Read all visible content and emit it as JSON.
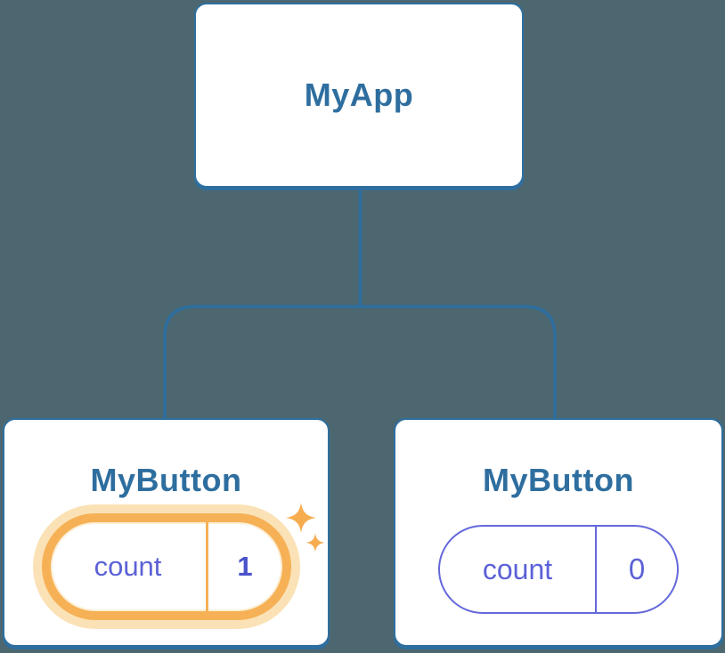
{
  "diagram": {
    "description": "React component tree showing state update",
    "tree": {
      "root": {
        "label": "MyApp"
      },
      "children": [
        {
          "label": "MyButton",
          "state": {
            "name": "count",
            "value": "1"
          },
          "highlighted": true
        },
        {
          "label": "MyButton",
          "state": {
            "name": "count",
            "value": "0"
          },
          "highlighted": false
        }
      ]
    },
    "icons": {
      "sparkle_large": "four-point-star",
      "sparkle_small": "four-point-star"
    },
    "colors": {
      "background": "#4C6770",
      "card_fill": "#FFFFFF",
      "card_stroke": "#2E6FA0",
      "title_text": "#2E6E9F",
      "connector": "#2E6FA0",
      "state_key_text": "#5C62D6",
      "state_value_plain": "#5C62D6",
      "state_value_highlight": "#4A52CB",
      "highlight_border": "#F6B156",
      "highlight_glow": "#FBE2B6",
      "sparkle": "#F6AC4F"
    }
  }
}
